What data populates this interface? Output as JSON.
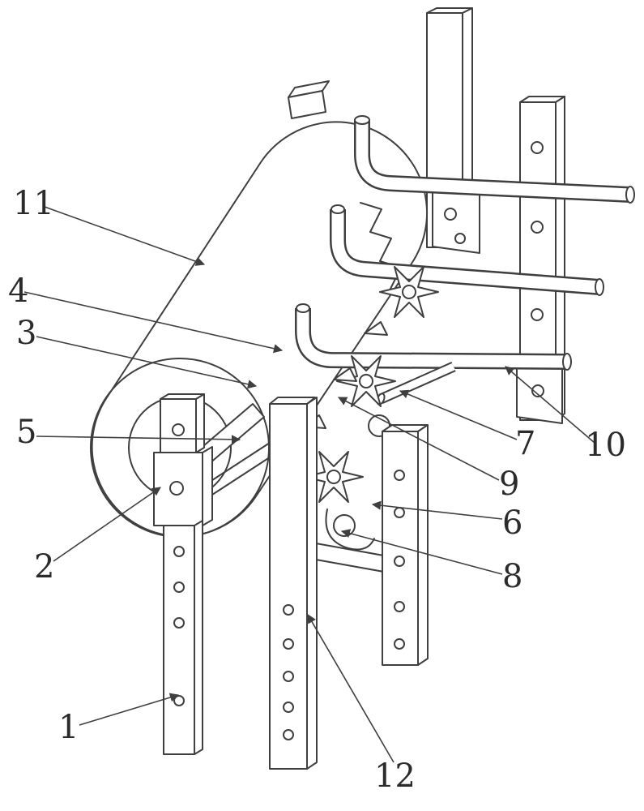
{
  "figure": {
    "background_color": "#ffffff",
    "line_color": "#3f3f3f",
    "label_color": "#2b2b2b",
    "labels": [
      {
        "number": "11"
      },
      {
        "number": "4"
      },
      {
        "number": "3"
      },
      {
        "number": "5"
      },
      {
        "number": "2"
      },
      {
        "number": "1"
      },
      {
        "number": "12"
      },
      {
        "number": "8"
      },
      {
        "number": "6"
      },
      {
        "number": "9"
      },
      {
        "number": "7"
      },
      {
        "number": "10"
      }
    ]
  }
}
